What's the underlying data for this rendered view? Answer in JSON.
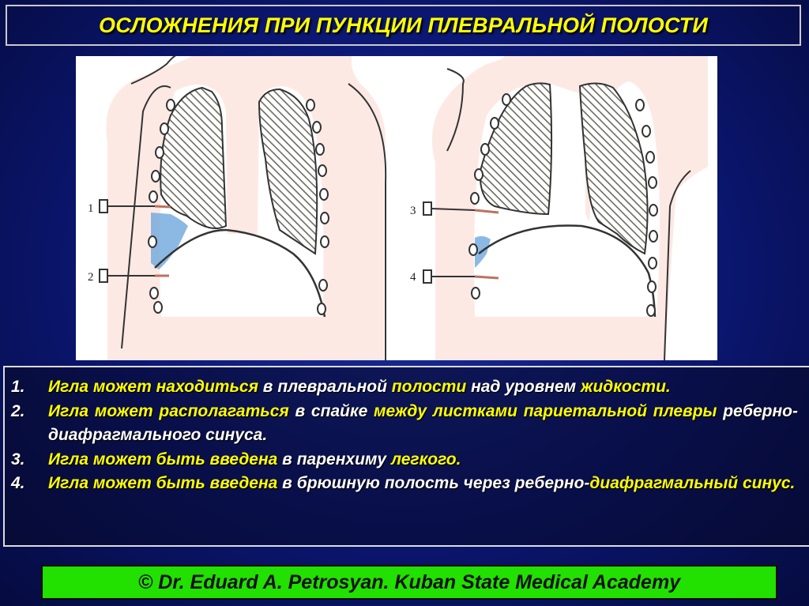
{
  "header": {
    "title": "ОСЛОЖНЕНИЯ ПРИ ПУНКЦИИ ПЛЕВРАЛЬНОЙ ПОЛОСТИ"
  },
  "figure": {
    "needle_labels": [
      "1",
      "2",
      "3",
      "4"
    ],
    "colors": {
      "fluid": "#6fa8dc",
      "lung_hatch": "#6b6b60",
      "skin_fill": "#fde9e4",
      "needle_tip": "#c07060"
    }
  },
  "list": {
    "items": [
      {
        "num": "1.",
        "parts": [
          {
            "t": "Игла может находиться",
            "hl": true
          },
          {
            "t": " в плевральной ",
            "hl": false
          },
          {
            "t": "полости",
            "hl": true
          },
          {
            "t": " над уровнем ",
            "hl": false
          },
          {
            "t": "жидкости.",
            "hl": true
          }
        ]
      },
      {
        "num": "2.",
        "parts": [
          {
            "t": "Игла может располагаться",
            "hl": true
          },
          {
            "t": " в спайке ",
            "hl": false
          },
          {
            "t": "между листками париетальной плевры",
            "hl": true
          },
          {
            "t": "  реберно-диафрагмального синуса.",
            "hl": false
          }
        ]
      },
      {
        "num": "3.",
        "parts": [
          {
            "t": "Игла может быть введена",
            "hl": true
          },
          {
            "t": " в паренхиму ",
            "hl": false
          },
          {
            "t": "легкого.",
            "hl": true
          }
        ]
      },
      {
        "num": "4.",
        "parts": [
          {
            "t": "Игла может быть введена",
            "hl": true
          },
          {
            "t": " в брюшную полость через реберно-",
            "hl": false
          },
          {
            "t": "диафрагмальный синус.",
            "hl": true
          }
        ]
      }
    ]
  },
  "footer": {
    "text": "© Dr. Eduard A. Petrosyan. Kuban State Medical Academy"
  }
}
